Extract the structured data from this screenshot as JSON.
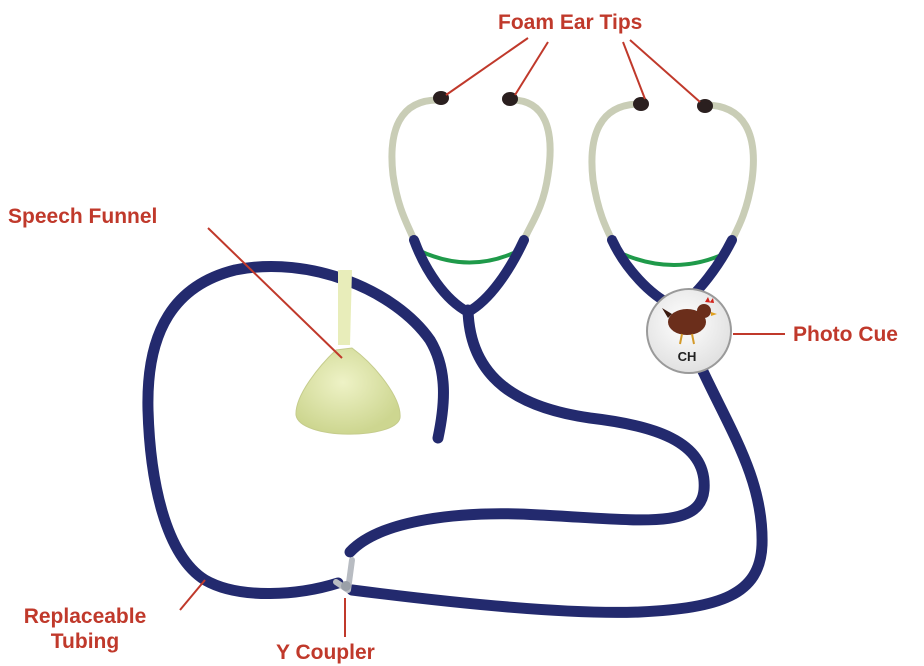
{
  "labels": {
    "foam_ear_tips": "Foam Ear Tips",
    "speech_funnel": "Speech Funnel",
    "photo_cue": "Photo Cue",
    "replaceable_tubing_line1": "Replaceable",
    "replaceable_tubing_line2": "Tubing",
    "y_coupler": "Y Coupler"
  },
  "photo_cue_text": "CH",
  "colors": {
    "label": "#c0392b",
    "tubing": "#232a6e",
    "earpiece_metal": "#c9cdb6",
    "spring": "#1f9a4a",
    "funnel": "#dfe6a8",
    "ear_tip": "#2a1f1f"
  },
  "icons": {
    "photo_cue_image": "chicken-icon"
  }
}
